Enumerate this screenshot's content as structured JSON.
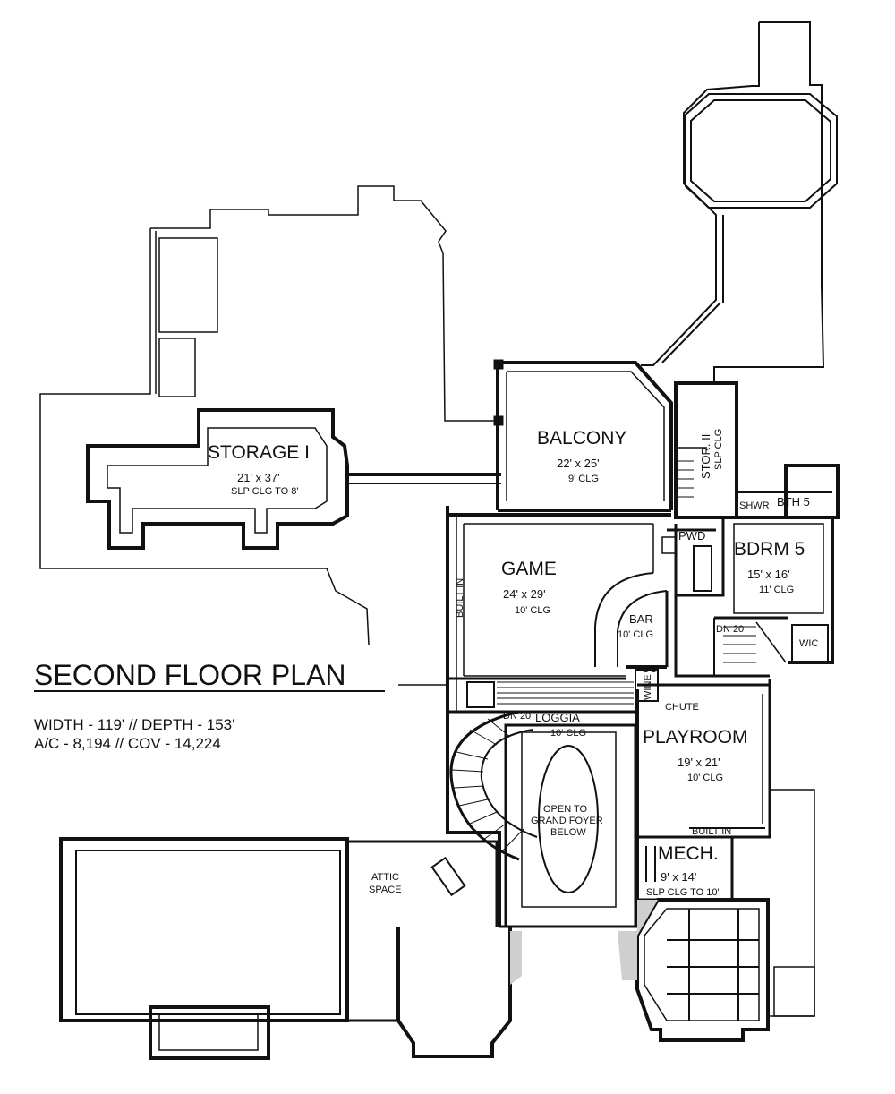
{
  "title": "SECOND FLOOR PLAN",
  "stats": {
    "line1": "WIDTH - 119' // DEPTH - 153'",
    "line2": "A/C - 8,194 // COV - 14,224"
  },
  "rooms": {
    "storage1": {
      "name": "STORAGE I",
      "size": "21' x 37'",
      "note": "SLP CLG TO 8'"
    },
    "balcony": {
      "name": "BALCONY",
      "size": "22' x 25'",
      "note": "9' CLG"
    },
    "stor2": {
      "name": "STOR. II",
      "note": "SLP CLG"
    },
    "game": {
      "name": "GAME",
      "size": "24' x 29'",
      "note": "10' CLG"
    },
    "bar": {
      "name": "BAR",
      "note": "10' CLG"
    },
    "bdrm5": {
      "name": "BDRM 5",
      "size": "15' x 16'",
      "note": "11' CLG"
    },
    "bth5": {
      "name": "BTH 5"
    },
    "shwr": {
      "name": "SHWR"
    },
    "pwd": {
      "name": "PWD"
    },
    "wic": {
      "name": "WIC"
    },
    "wine": {
      "name": "WINE"
    },
    "chute": {
      "name": "CHUTE"
    },
    "loggia": {
      "name": "LOGGIA",
      "note": "10' CLG"
    },
    "playroom": {
      "name": "PLAYROOM",
      "size": "19' x 21'",
      "note": "10' CLG",
      "builtin": "BUILT IN"
    },
    "mech": {
      "name": "MECH.",
      "size": "9' x 14'",
      "note": "SLP CLG TO 10'"
    },
    "attic": {
      "name1": "ATTIC",
      "name2": "SPACE"
    },
    "open": {
      "l1": "OPEN TO",
      "l2": "GRAND FOYER",
      "l3": "BELOW"
    }
  },
  "labels": {
    "built_in_game": "BUILT IN",
    "dn20_stair": "DN 20",
    "dn20_loggia": "DN 20",
    "dc": "DC"
  }
}
